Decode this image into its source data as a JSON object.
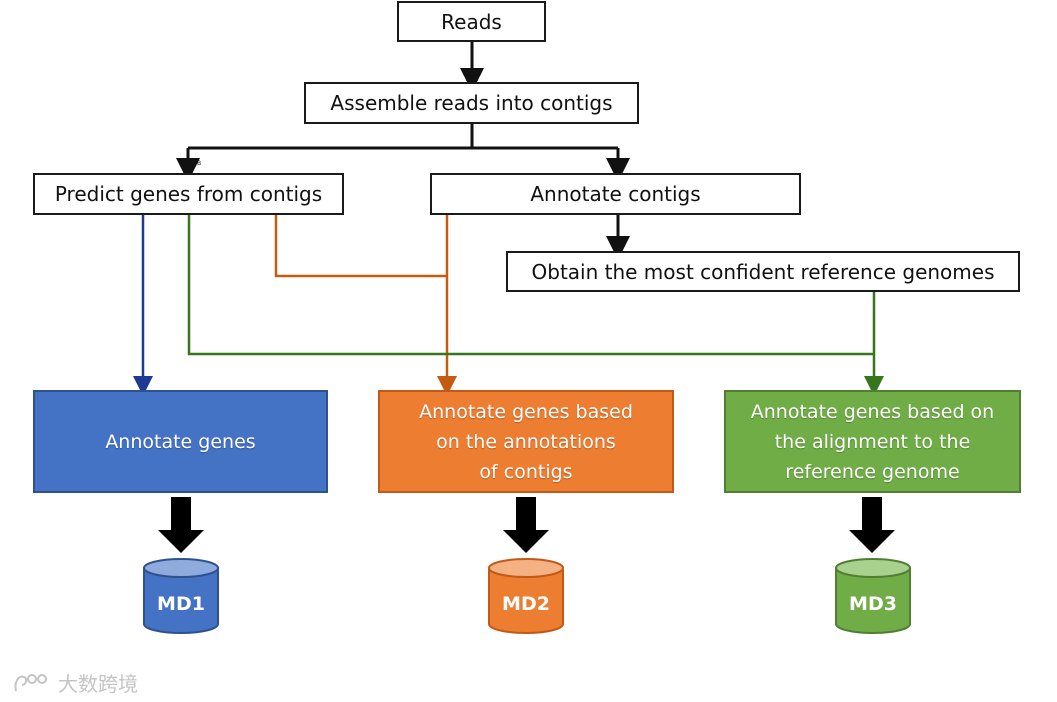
{
  "nodes": {
    "reads": "Reads",
    "assemble": "Assemble reads into contigs",
    "predict": "Predict genes from contigs",
    "annotate_contigs": "Annotate contigs",
    "obtain_ref": "Obtain the most confident reference genomes",
    "annotate_genes": "Annotate genes",
    "annotate_based_contigs": "Annotate genes based\non the annotations\nof contigs",
    "annotate_based_alignment": "Annotate genes based on\nthe alignment to the\nreference genome"
  },
  "outputs": {
    "md1": "MD1",
    "md2": "MD2",
    "md3": "MD3"
  },
  "small_mark": "B",
  "watermark": {
    "text": "大数跨境",
    "icon": "brand-logo-icon"
  },
  "colors": {
    "blue": "#4472C4",
    "blue_dark": "#2F528F",
    "orange": "#ED7D31",
    "orange_dark": "#C05A17",
    "green": "#70AD47",
    "green_dark": "#507E32",
    "line_blue": "#1F3A93",
    "line_orange": "#C55A11",
    "line_green": "#38761D",
    "black": "#111111"
  }
}
